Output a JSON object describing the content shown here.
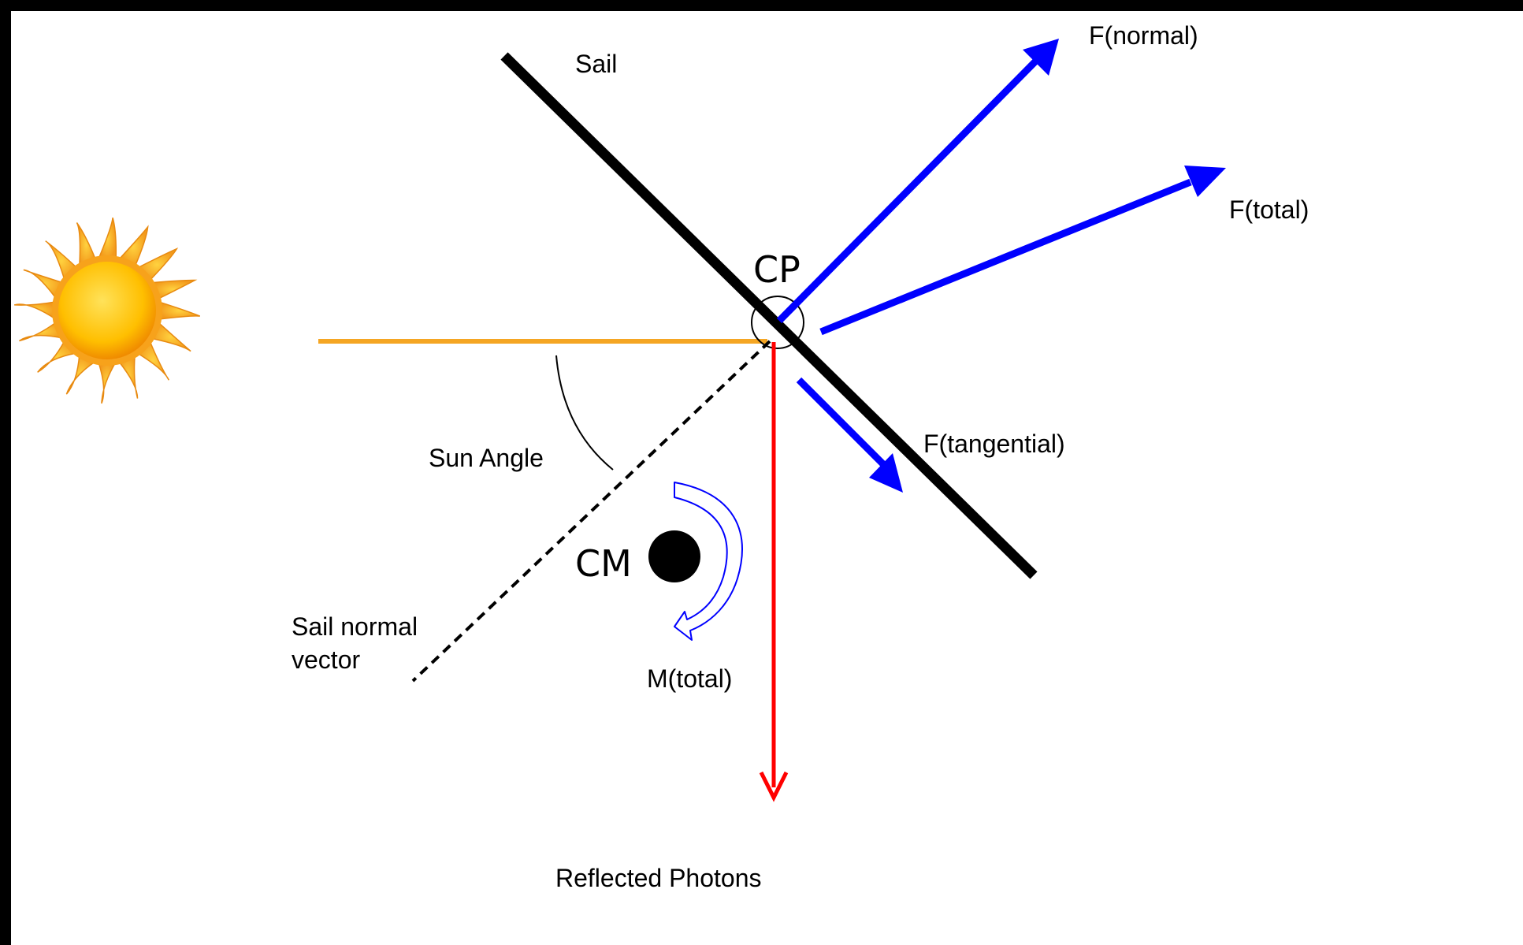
{
  "labels": {
    "sail": "Sail",
    "f_normal": "F(normal)",
    "f_total": "F(total)",
    "cp": "CP",
    "f_tangential": "F(tangential)",
    "sun_angle": "Sun Angle",
    "cm": "CM",
    "sail_normal_line1": "Sail normal",
    "sail_normal_line2": "vector",
    "m_total": "M(total)",
    "reflected_photons": "Reflected Photons"
  },
  "colors": {
    "background": "#ffffff",
    "frame": "#000000",
    "sail": "#000000",
    "sunlight": "#f5a623",
    "force_vectors": "#0000ff",
    "reflected": "#ff0000",
    "moment_arrow": "#0000ff",
    "sun_core": "#ffc107",
    "sun_rays": "#f7a21b"
  },
  "icons": {
    "sun": "sun-icon",
    "moment": "curved-arrow-icon"
  }
}
